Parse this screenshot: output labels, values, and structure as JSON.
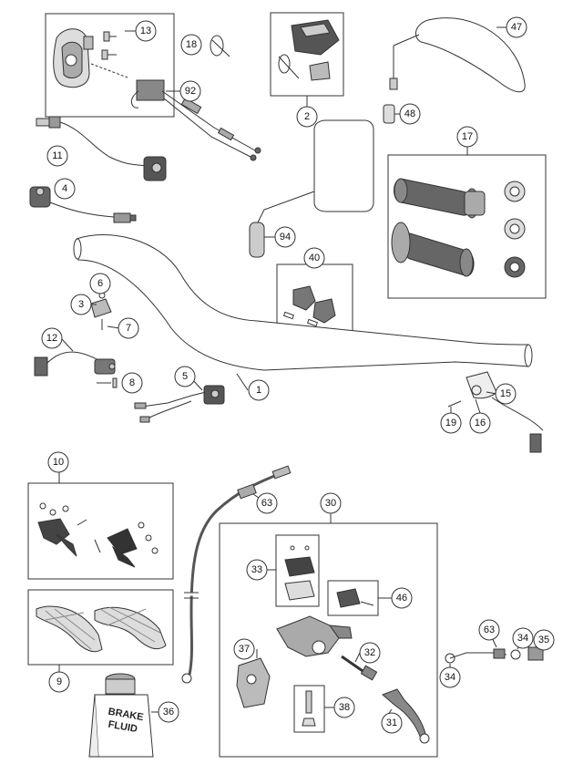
{
  "diagram": {
    "callouts": [
      "1",
      "2",
      "3",
      "4",
      "5",
      "6",
      "7",
      "8",
      "9",
      "10",
      "11",
      "12",
      "13",
      "15",
      "16",
      "17",
      "18",
      "19",
      "30",
      "31",
      "32",
      "33",
      "34",
      "34",
      "35",
      "36",
      "37",
      "38",
      "40",
      "46",
      "47",
      "48",
      "63",
      "63",
      "92",
      "94"
    ],
    "bottle_label_line1": "BRAKE",
    "bottle_label_line2": "FLUID"
  }
}
